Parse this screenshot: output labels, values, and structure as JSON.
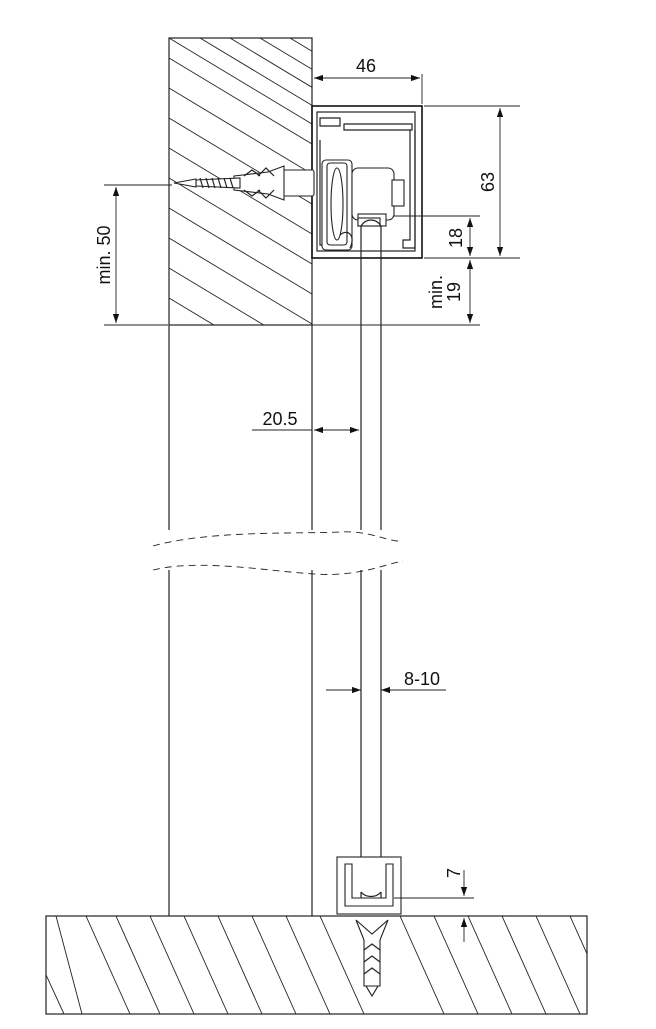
{
  "dimensions": {
    "profile_width": "46",
    "profile_height": "63",
    "glass_offset": "18",
    "min_clearance": "min.\n19",
    "min_clearance_line1": "min.",
    "min_clearance_line2": "19",
    "min_fixing": "min. 50",
    "wall_to_glass": "20.5",
    "glass_thickness": "8-10",
    "floor_guide": "7"
  }
}
